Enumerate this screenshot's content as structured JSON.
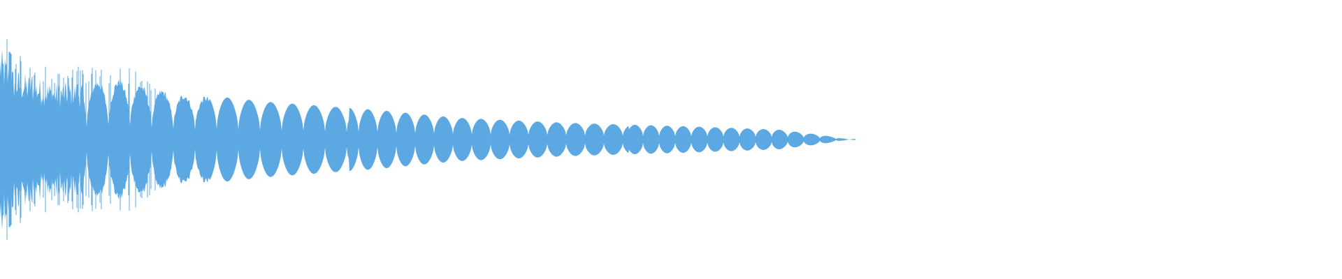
{
  "waveform": {
    "color": "#5ba8e2",
    "background": "#ffffff",
    "trace_extent_fraction": 0.633,
    "envelope": [
      [
        0.0,
        0.95
      ],
      [
        0.01,
        0.72
      ],
      [
        0.04,
        0.58
      ],
      [
        0.09,
        0.62
      ],
      [
        0.13,
        0.48
      ],
      [
        0.2,
        0.38
      ],
      [
        0.28,
        0.3
      ],
      [
        0.34,
        0.22
      ],
      [
        0.42,
        0.17
      ],
      [
        0.52,
        0.13
      ],
      [
        0.58,
        0.1
      ],
      [
        0.61,
        0.05
      ],
      [
        0.633,
        0.0
      ]
    ]
  }
}
